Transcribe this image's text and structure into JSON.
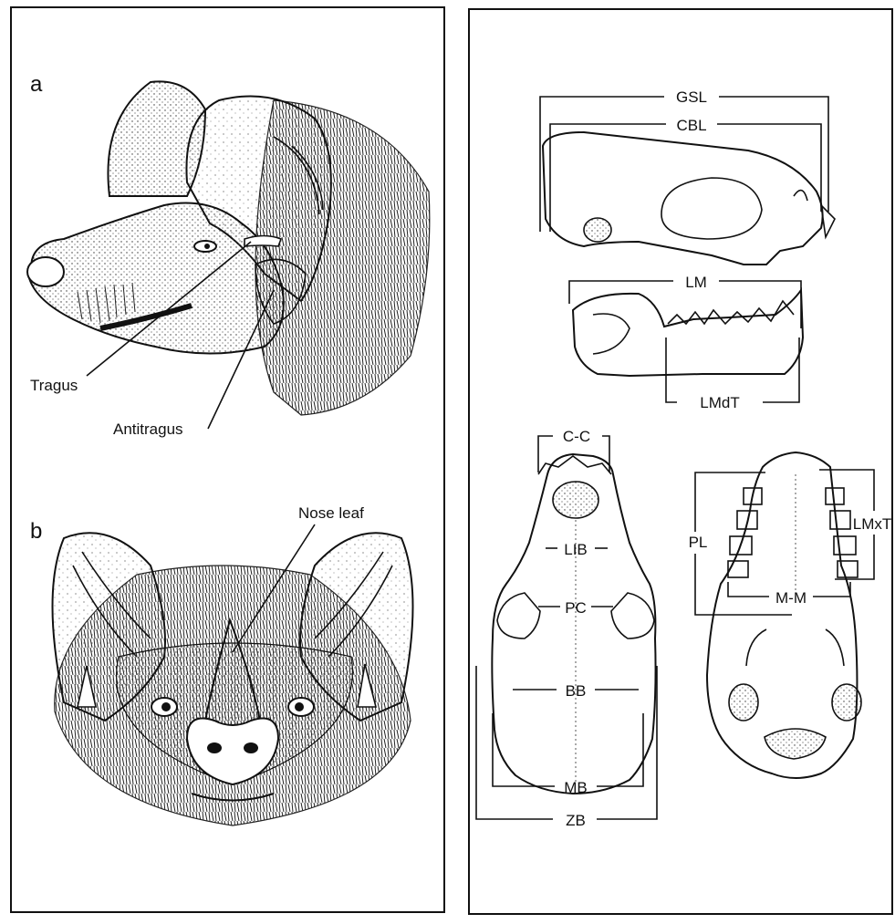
{
  "left_panel": {
    "panel_a": {
      "letter": "a",
      "labels": {
        "tragus": "Tragus",
        "antitragus": "Antitragus"
      }
    },
    "panel_b": {
      "letter": "b",
      "labels": {
        "nose_leaf": "Nose leaf"
      }
    }
  },
  "right_panel": {
    "lateral_skull": {
      "gsl": "GSL",
      "cbl": "CBL"
    },
    "mandible": {
      "lm": "LM",
      "lmdt": "LMdT"
    },
    "dorsal_skull": {
      "cc": "C-C",
      "lib": "LIB",
      "pc": "PC",
      "bb": "BB",
      "mb": "MB",
      "zb": "ZB"
    },
    "ventral_skull": {
      "pl": "PL",
      "lmxt": "LMxT",
      "mm": "M-M"
    }
  }
}
